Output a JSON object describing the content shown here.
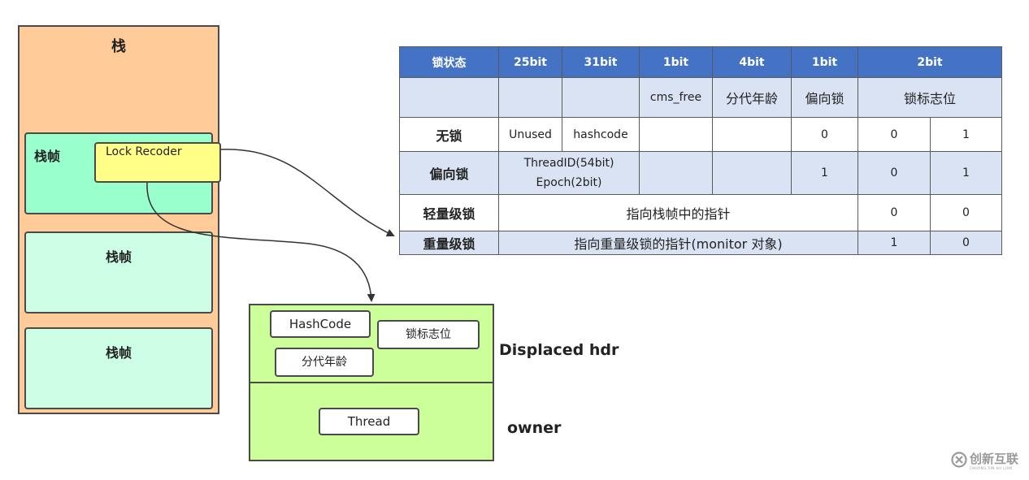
{
  "stack": {
    "title": "栈",
    "frames": [
      "栈帧",
      "栈帧",
      "栈帧"
    ],
    "lock_record": "Lock Recoder"
  },
  "table": {
    "header": [
      "锁状态",
      "25bit",
      "31bit",
      "1bit",
      "4bit",
      "1bit",
      "2bit"
    ],
    "subheader": [
      "",
      "",
      "",
      "cms_free",
      "分代年龄",
      "偏向锁",
      "锁标志位"
    ],
    "rows": [
      {
        "state": "无锁",
        "c1": "Unused",
        "c2": "hashcode",
        "c3": "",
        "c4": "",
        "biased": "0",
        "f1": "0",
        "f2": "1"
      },
      {
        "state": "偏向锁",
        "merged_a": "ThreadID(54bit)",
        "merged_b": "Epoch(2bit)",
        "c3": "",
        "c4": "",
        "biased": "1",
        "f1": "0",
        "f2": "1"
      },
      {
        "state": "轻量级锁",
        "wide": "指向栈帧中的指针",
        "f1": "0",
        "f2": "0"
      },
      {
        "state": "重量级锁",
        "wide": "指向重量级锁的指针(monitor 对象)",
        "f1": "1",
        "f2": "0"
      }
    ]
  },
  "displaced": {
    "hashcode": "HashCode",
    "lock_flag": "锁标志位",
    "age": "分代年龄",
    "thread": "Thread",
    "label_top": "Displaced hdr",
    "label_bottom": "owner"
  },
  "watermark": {
    "text": "创新互联",
    "sub": "CHUANG XIN HU LIAN"
  },
  "colors": {
    "stack": "#ffcc99",
    "frame_active": "#99ffcc",
    "frame": "#ccffe6",
    "lock_record": "#ffff88",
    "table_header": "#4472c4",
    "table_band": "#dae3f3",
    "displaced": "#ccff99"
  }
}
